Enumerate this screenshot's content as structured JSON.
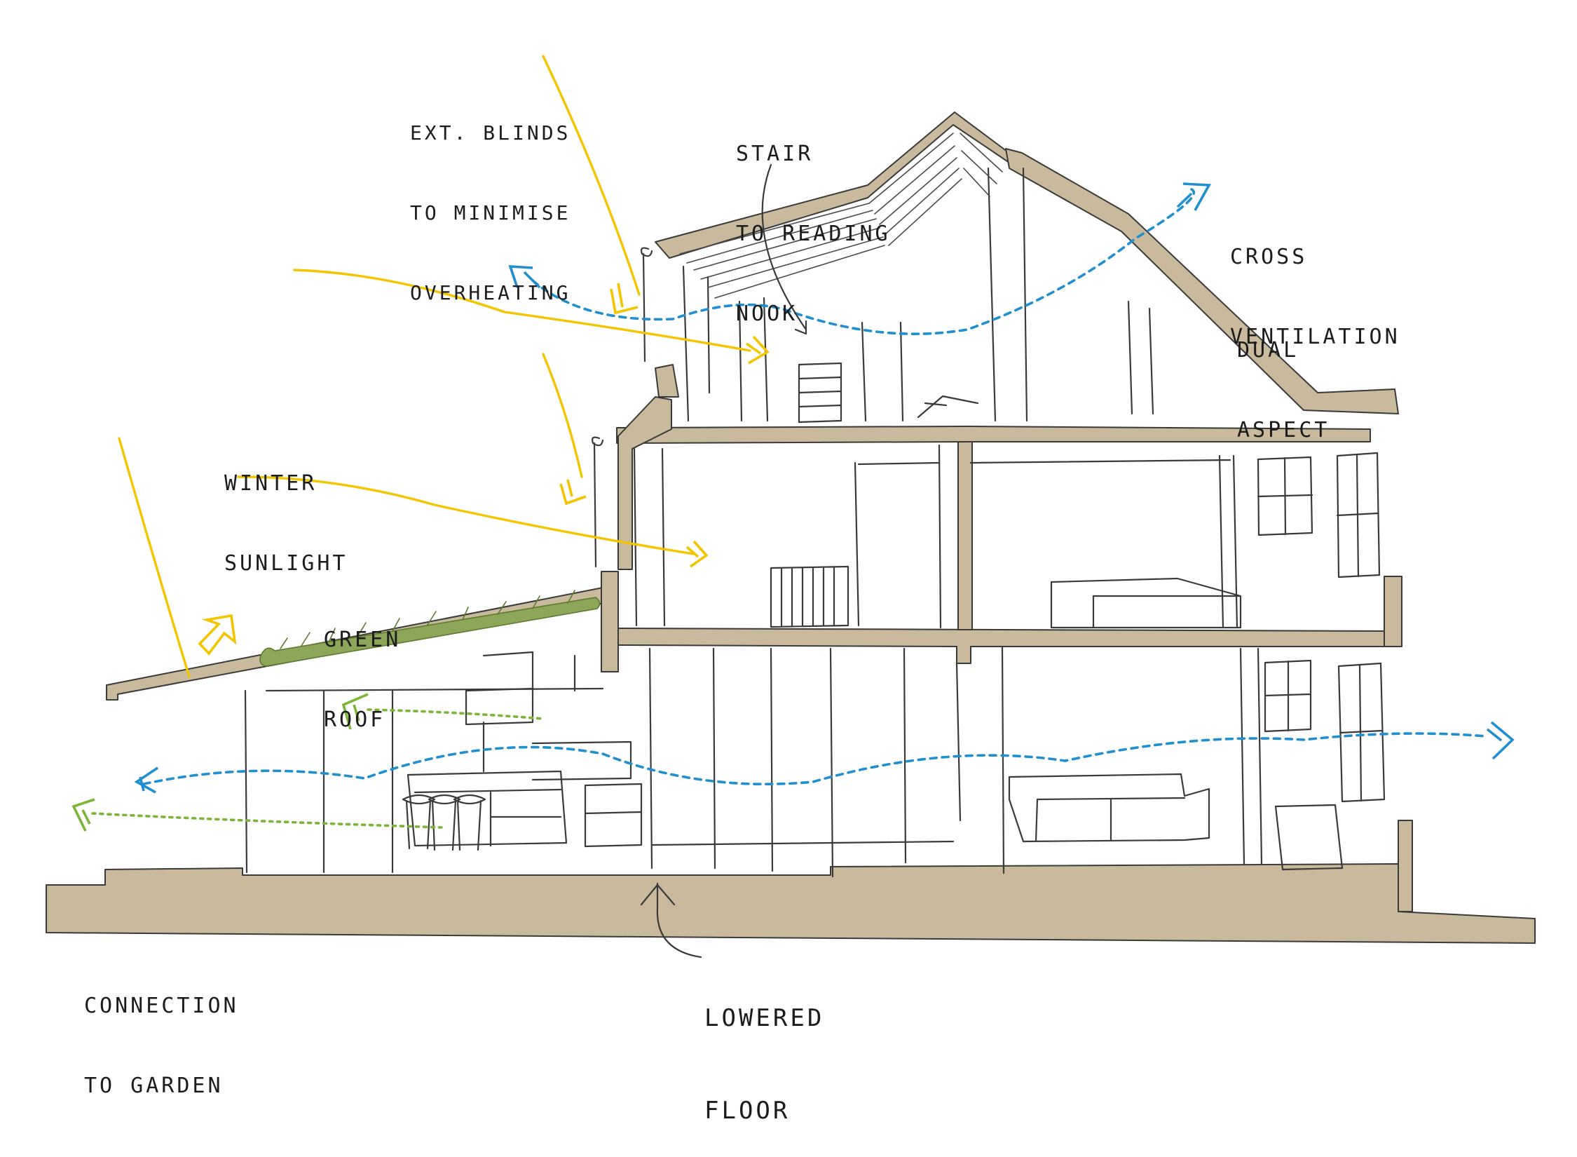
{
  "labels": {
    "ext_blinds": [
      "EXT. BLINDS",
      "TO MINIMISE",
      "OVERHEATING"
    ],
    "stair": [
      "STAIR",
      "TO READING",
      "NOOK"
    ],
    "cross_ventilation": [
      "CROSS",
      "VENTILATION"
    ],
    "dual_aspect": [
      "DUAL",
      "ASPECT"
    ],
    "winter_sunlight": [
      "WINTER",
      "SUNLIGHT"
    ],
    "green_roof": [
      "GREEN",
      "ROOF"
    ],
    "connection_to_garden": [
      "CONNECTION",
      "TO GARDEN"
    ],
    "lowered_floor": [
      "LOWERED",
      "FLOOR"
    ]
  },
  "colors": {
    "sunlight": "#f2c500",
    "ventilation": "#1f8fd0",
    "garden_air": "#7ab535",
    "section_fill": "#c9b99d",
    "ink": "#1c1c1c"
  }
}
